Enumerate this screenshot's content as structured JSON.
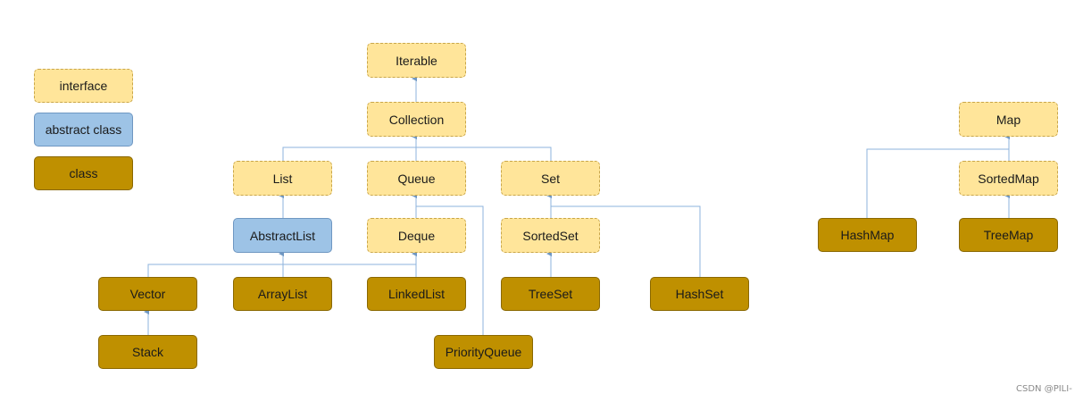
{
  "legend": {
    "interface": "interface",
    "abstract_class": "abstract class",
    "class": "class"
  },
  "nodes": {
    "iterable": "Iterable",
    "collection": "Collection",
    "list": "List",
    "queue": "Queue",
    "set": "Set",
    "abstract_list": "AbstractList",
    "deque": "Deque",
    "sorted_set": "SortedSet",
    "vector": "Vector",
    "array_list": "ArrayList",
    "linked_list": "LinkedList",
    "tree_set": "TreeSet",
    "hash_set": "HashSet",
    "stack": "Stack",
    "priority_queue": "PriorityQueue",
    "map": "Map",
    "sorted_map": "SortedMap",
    "hash_map": "HashMap",
    "tree_map": "TreeMap"
  },
  "watermark": "CSDN @PILI-",
  "colors": {
    "interface": "#ffe59a",
    "abstract_class": "#9dc3e6",
    "class": "#bf9000",
    "connector": "#8db3dc"
  }
}
